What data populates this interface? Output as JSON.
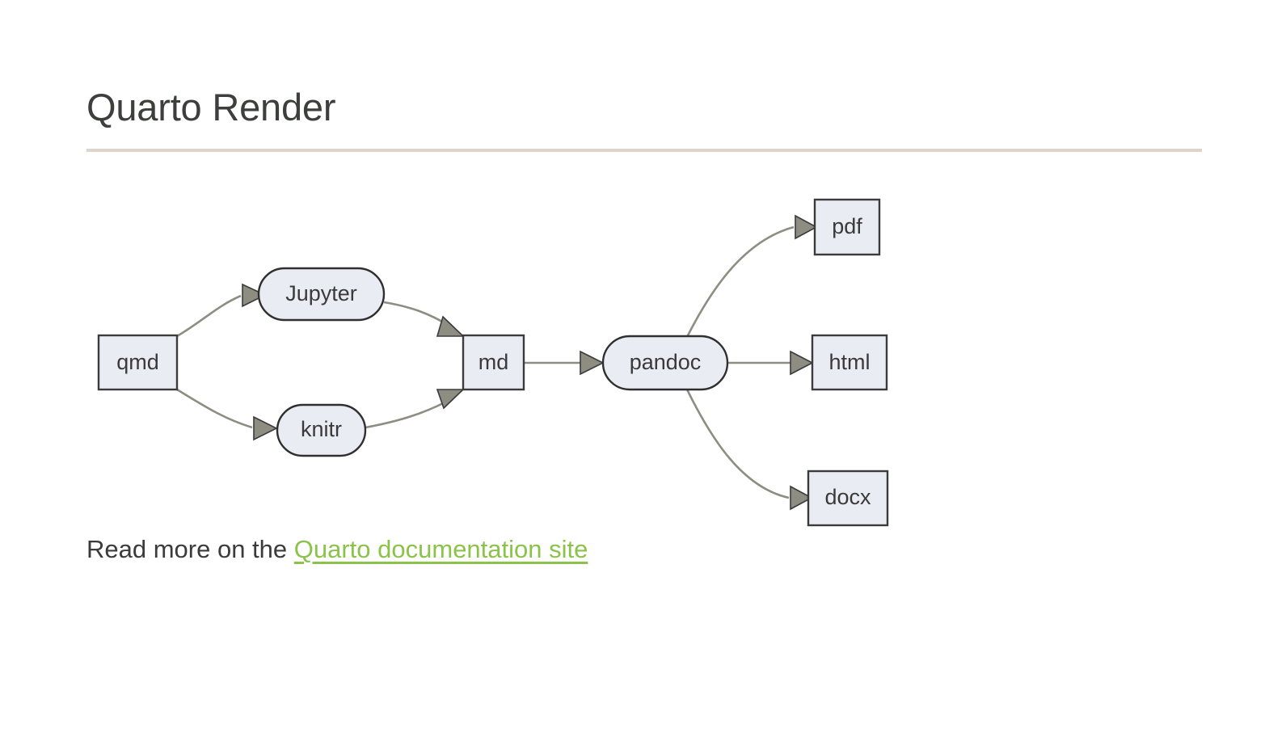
{
  "page": {
    "title": "Quarto Render",
    "background_color": "#ffffff",
    "rule_color": "#ddd5cc"
  },
  "diagram": {
    "type": "flowchart",
    "direction": "left-to-right",
    "node_fill": "#e9edf3",
    "node_stroke": "#3b3b3b",
    "edge_color": "#8d8d82",
    "nodes": [
      {
        "id": "qmd",
        "label": "qmd",
        "shape": "rect"
      },
      {
        "id": "jupyter",
        "label": "Jupyter",
        "shape": "stadium"
      },
      {
        "id": "knitr",
        "label": "knitr",
        "shape": "stadium"
      },
      {
        "id": "md",
        "label": "md",
        "shape": "rect"
      },
      {
        "id": "pandoc",
        "label": "pandoc",
        "shape": "stadium"
      },
      {
        "id": "pdf",
        "label": "pdf",
        "shape": "rect"
      },
      {
        "id": "html",
        "label": "html",
        "shape": "rect"
      },
      {
        "id": "docx",
        "label": "docx",
        "shape": "rect"
      }
    ],
    "edges": [
      {
        "from": "qmd",
        "to": "jupyter"
      },
      {
        "from": "qmd",
        "to": "knitr"
      },
      {
        "from": "jupyter",
        "to": "md"
      },
      {
        "from": "knitr",
        "to": "md"
      },
      {
        "from": "md",
        "to": "pandoc"
      },
      {
        "from": "pandoc",
        "to": "pdf"
      },
      {
        "from": "pandoc",
        "to": "html"
      },
      {
        "from": "pandoc",
        "to": "docx"
      }
    ]
  },
  "footer": {
    "text_before": "Read more on the ",
    "link_label": "Quarto documentation site",
    "link_color": "#8bc34a"
  }
}
